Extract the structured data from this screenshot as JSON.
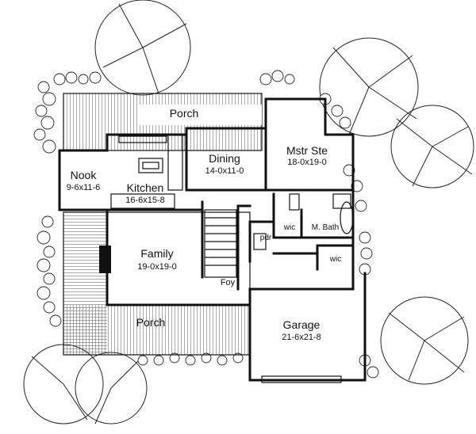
{
  "rooms": {
    "porch_rear": {
      "name": "Porch"
    },
    "nook": {
      "name": "Nook",
      "dim": "9-6x11-6"
    },
    "kitchen": {
      "name": "Kitchen",
      "dim": "16-6x15-8"
    },
    "dining": {
      "name": "Dining",
      "dim": "14-0x11-0"
    },
    "master_suite": {
      "name": "Mstr Ste",
      "dim": "18-0x19-0"
    },
    "family": {
      "name": "Family",
      "dim": "19-0x19-0"
    },
    "wic_upper": {
      "name": "wic"
    },
    "master_bath": {
      "name": "M. Bath"
    },
    "powder": {
      "name": "pdr"
    },
    "wic_lower": {
      "name": "wic"
    },
    "foyer": {
      "name": "Foy"
    },
    "porch_front": {
      "name": "Porch"
    },
    "garage": {
      "name": "Garage",
      "dim": "21-6x21-8"
    }
  },
  "colors": {
    "line": "#111111",
    "hatch": "#555555",
    "background": "#ffffff"
  }
}
